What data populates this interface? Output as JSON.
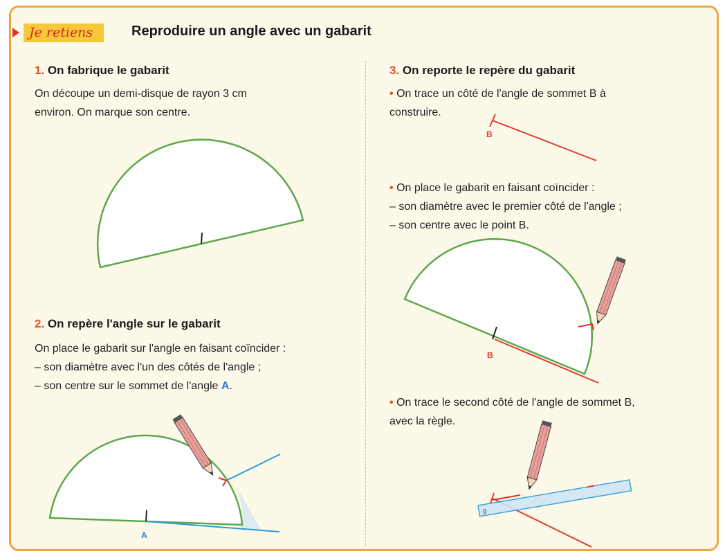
{
  "tag": {
    "label": "Je retiens"
  },
  "title": "Reproduire un angle avec un gabarit",
  "step1": {
    "number": "1.",
    "heading": "On fabrique le gabarit",
    "line1": "On découpe un demi-disque de rayon 3 cm",
    "line2": "environ. On marque son centre."
  },
  "step2": {
    "number": "2.",
    "heading": "On repère l'angle sur le gabarit",
    "line1": "On place le gabarit sur l'angle en faisant coïncider :",
    "line2": "– son diamètre avec l'un des côtés de l'angle ;",
    "line3_prefix": "– son centre sur le sommet de l'angle ",
    "vertex": "A",
    "line3_suffix": ".",
    "figure_label": "A"
  },
  "step3": {
    "number": "3.",
    "heading": "On reporte le repère du gabarit",
    "bullet": "•",
    "a_line1": "On trace un côté de l'angle de sommet B à",
    "a_line2": "construire.",
    "b_line1": "On place le gabarit en faisant coïncider :",
    "b_line2": "– son diamètre avec le premier côté de l'angle ;",
    "b_line3": "– son centre avec le point B.",
    "c_line1": "On trace le second côté de l'angle de sommet B,",
    "c_line2": "avec la règle.",
    "figure_label_b": "B",
    "ruler_zero": "0"
  },
  "colors": {
    "border": "#f0a542",
    "background": "#fdf9e9",
    "accent": "#e0512b",
    "template_edge": "#5aa84a",
    "red_line": "#e23a2e",
    "blue_line": "#2d9ad6",
    "pencil": "#e8a09a"
  },
  "icons": [
    "play-arrow-icon",
    "pencil-icon",
    "ruler-icon"
  ]
}
